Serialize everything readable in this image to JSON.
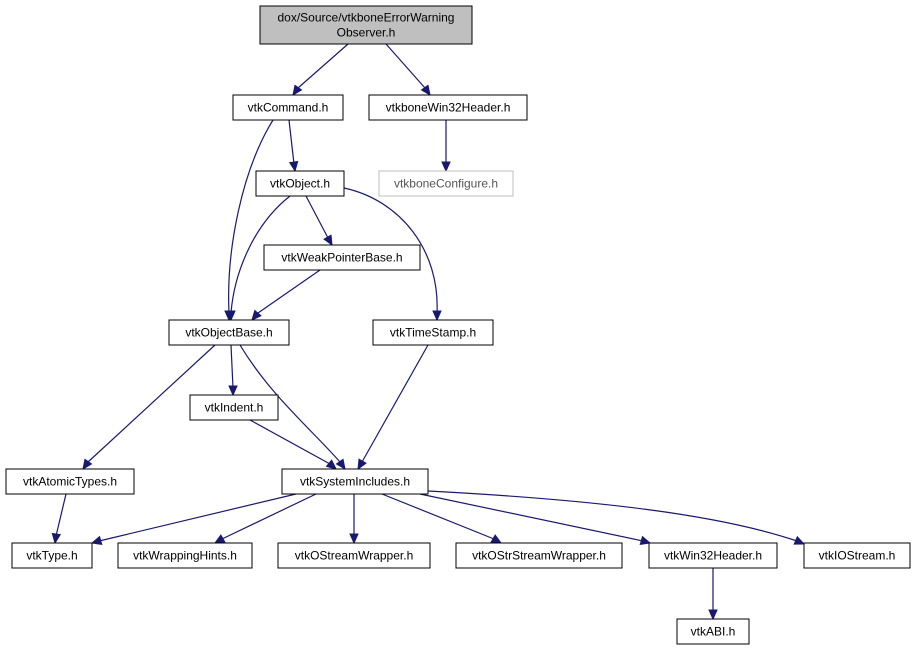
{
  "diagram": {
    "nodes": [
      {
        "id": "root",
        "lines": [
          "dox/Source/vtkboneErrorWarning",
          "Observer.h"
        ],
        "kind": "root"
      },
      {
        "id": "vtkCommand",
        "lines": [
          "vtkCommand.h"
        ],
        "kind": "normal"
      },
      {
        "id": "vtkboneWin32Header",
        "lines": [
          "vtkboneWin32Header.h"
        ],
        "kind": "normal"
      },
      {
        "id": "vtkObject",
        "lines": [
          "vtkObject.h"
        ],
        "kind": "normal"
      },
      {
        "id": "vtkboneConfigure",
        "lines": [
          "vtkboneConfigure.h"
        ],
        "kind": "missing"
      },
      {
        "id": "vtkWeakPointerBase",
        "lines": [
          "vtkWeakPointerBase.h"
        ],
        "kind": "normal"
      },
      {
        "id": "vtkObjectBase",
        "lines": [
          "vtkObjectBase.h"
        ],
        "kind": "normal"
      },
      {
        "id": "vtkTimeStamp",
        "lines": [
          "vtkTimeStamp.h"
        ],
        "kind": "normal"
      },
      {
        "id": "vtkIndent",
        "lines": [
          "vtkIndent.h"
        ],
        "kind": "normal"
      },
      {
        "id": "vtkAtomicTypes",
        "lines": [
          "vtkAtomicTypes.h"
        ],
        "kind": "normal"
      },
      {
        "id": "vtkSystemIncludes",
        "lines": [
          "vtkSystemIncludes.h"
        ],
        "kind": "normal"
      },
      {
        "id": "vtkType",
        "lines": [
          "vtkType.h"
        ],
        "kind": "normal"
      },
      {
        "id": "vtkWrappingHints",
        "lines": [
          "vtkWrappingHints.h"
        ],
        "kind": "normal"
      },
      {
        "id": "vtkOStreamWrapper",
        "lines": [
          "vtkOStreamWrapper.h"
        ],
        "kind": "normal"
      },
      {
        "id": "vtkOStrStreamWrapper",
        "lines": [
          "vtkOStrStreamWrapper.h"
        ],
        "kind": "normal"
      },
      {
        "id": "vtkWin32Header",
        "lines": [
          "vtkWin32Header.h"
        ],
        "kind": "normal"
      },
      {
        "id": "vtkIOStream",
        "lines": [
          "vtkIOStream.h"
        ],
        "kind": "normal"
      },
      {
        "id": "vtkABI",
        "lines": [
          "vtkABI.h"
        ],
        "kind": "normal"
      }
    ],
    "edges": [
      {
        "from": "root",
        "to": "vtkCommand"
      },
      {
        "from": "root",
        "to": "vtkboneWin32Header"
      },
      {
        "from": "vtkCommand",
        "to": "vtkObject"
      },
      {
        "from": "vtkCommand",
        "to": "vtkObjectBase"
      },
      {
        "from": "vtkboneWin32Header",
        "to": "vtkboneConfigure"
      },
      {
        "from": "vtkObject",
        "to": "vtkObjectBase"
      },
      {
        "from": "vtkObject",
        "to": "vtkWeakPointerBase"
      },
      {
        "from": "vtkObject",
        "to": "vtkTimeStamp"
      },
      {
        "from": "vtkWeakPointerBase",
        "to": "vtkObjectBase"
      },
      {
        "from": "vtkObjectBase",
        "to": "vtkIndent"
      },
      {
        "from": "vtkObjectBase",
        "to": "vtkSystemIncludes"
      },
      {
        "from": "vtkObjectBase",
        "to": "vtkAtomicTypes"
      },
      {
        "from": "vtkTimeStamp",
        "to": "vtkSystemIncludes"
      },
      {
        "from": "vtkIndent",
        "to": "vtkSystemIncludes"
      },
      {
        "from": "vtkAtomicTypes",
        "to": "vtkType"
      },
      {
        "from": "vtkSystemIncludes",
        "to": "vtkType"
      },
      {
        "from": "vtkSystemIncludes",
        "to": "vtkWrappingHints"
      },
      {
        "from": "vtkSystemIncludes",
        "to": "vtkOStreamWrapper"
      },
      {
        "from": "vtkSystemIncludes",
        "to": "vtkOStrStreamWrapper"
      },
      {
        "from": "vtkSystemIncludes",
        "to": "vtkWin32Header"
      },
      {
        "from": "vtkSystemIncludes",
        "to": "vtkIOStream"
      },
      {
        "from": "vtkWin32Header",
        "to": "vtkABI"
      }
    ],
    "colors": {
      "edge": "#191970",
      "root_fill": "#bfbfbf",
      "missing_border": "#bfbfbf"
    }
  }
}
